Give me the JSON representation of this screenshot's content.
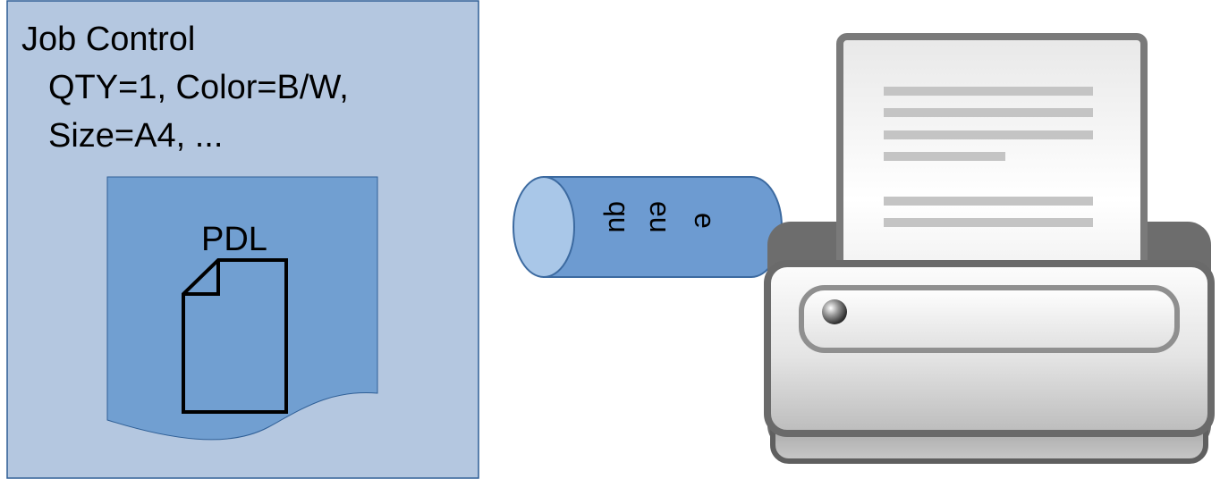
{
  "job_control": {
    "title": "Job Control",
    "line1": "QTY=1, Color=B/W,",
    "line2": "Size=A4, ..."
  },
  "pdl": {
    "label": "PDL"
  },
  "queue": {
    "label_lines": [
      "qu",
      "eu",
      "e"
    ]
  },
  "colors": {
    "job_control_bg": "#b4c7e0",
    "job_control_border": "#2f5f96",
    "pdl_fill": "#719fd1",
    "queue_body": "#6d9bd1",
    "queue_cap": "#a9c7e8",
    "queue_stroke": "#3c6aa0"
  }
}
